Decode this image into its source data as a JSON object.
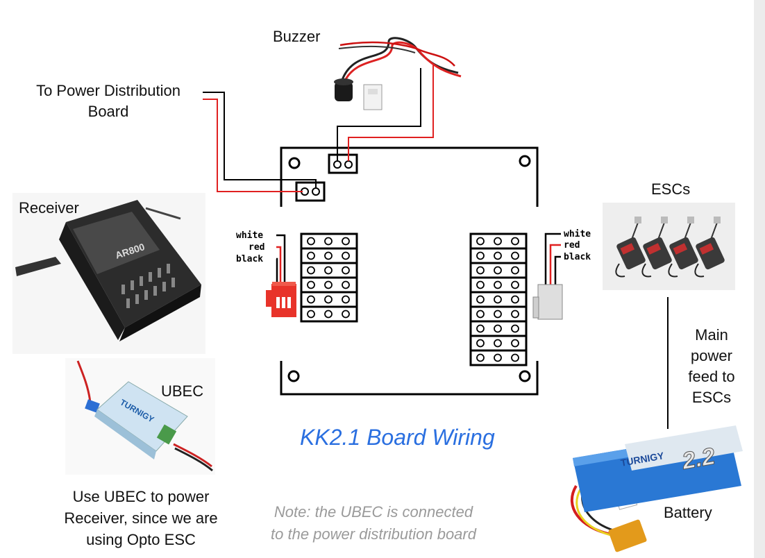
{
  "title": "KK2.1 Board Wiring",
  "labels": {
    "buzzer": "Buzzer",
    "power_dist_line1": "To Power Distribution",
    "power_dist_line2": "Board",
    "receiver": "Receiver",
    "ubec": "UBEC",
    "escs": "ESCs",
    "main_power": [
      "Main",
      "power",
      "feed to",
      "ESCs"
    ],
    "battery": "Battery",
    "ubec_note": [
      "Use UBEC to power",
      "Receiver, since we are",
      "using Opto ESC"
    ],
    "note": [
      "Note: the UBEC is connected",
      "to the power distribution board"
    ]
  },
  "wire_labels": {
    "left": [
      "white",
      "red",
      "black"
    ],
    "right": [
      "white",
      "red",
      "black"
    ]
  },
  "receiver_model": "AR800",
  "ubec_brand": "TURNIGY",
  "battery_capacity": "2.2",
  "battery_brand": "TURNIGY",
  "colors": {
    "title": "#2a6fe0",
    "wire_red": "#e02020",
    "wire_black": "#000000",
    "note": "#9a9a9a"
  }
}
